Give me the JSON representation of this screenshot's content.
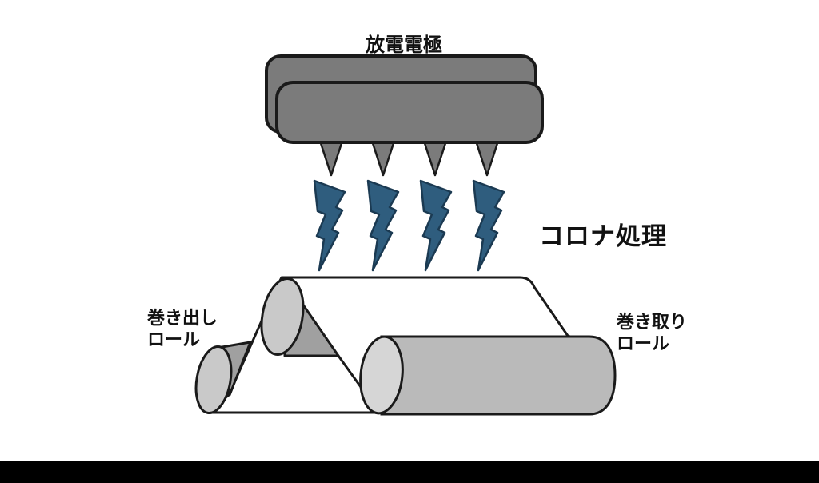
{
  "diagram": {
    "labels": {
      "electrode": "放電電極",
      "process": "コロナ処理",
      "unwind_roll_line1": "巻き出し",
      "unwind_roll_line2": "ロール",
      "windup_roll_line1": "巻き取り",
      "windup_roll_line2": "ロール"
    },
    "counts": {
      "electrode_spikes": 4,
      "lightning_bolts": 4,
      "rollers": 3
    },
    "colors": {
      "outline": "#1A1A1A",
      "electrode_fill": "#7B7B7B",
      "bolt_fill": "#2F5D7E",
      "bolt_outline": "#1B3A52",
      "roller_fill": "#C9C9C9",
      "wrap_shadow_fill": "#A0A0A0",
      "cylinder_body_fill": "#BABABA",
      "cylinder_face_fill": "#D6D6D6",
      "film_fill": "#FFFFFF",
      "letterbox": "#000000"
    }
  }
}
